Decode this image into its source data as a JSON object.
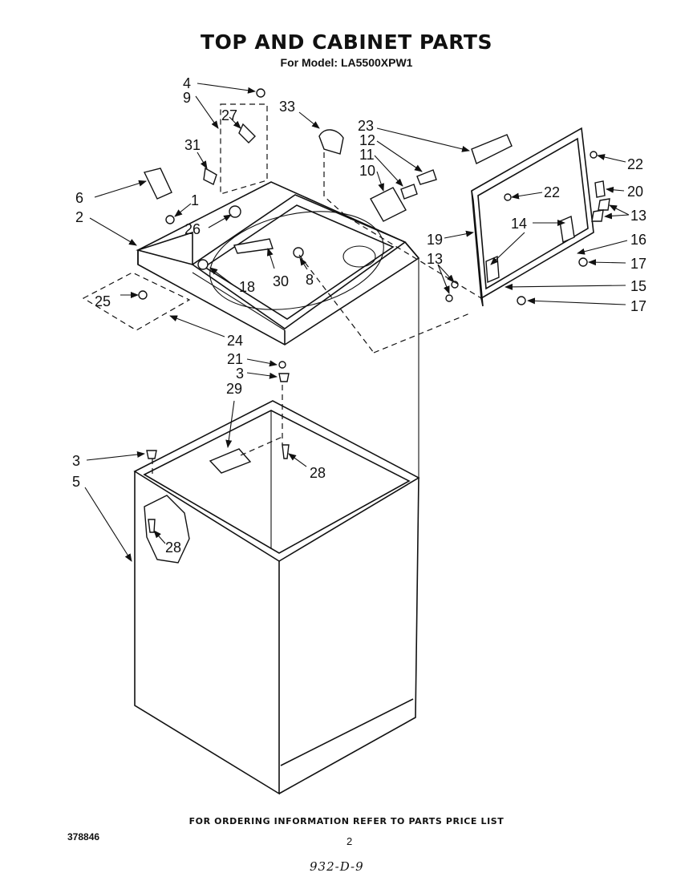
{
  "title": "TOP AND CABINET PARTS",
  "subtitle": "For Model: LA5500XPW1",
  "footer": "FOR ORDERING INFORMATION REFER TO PARTS PRICE LIST",
  "doc_number": "378846",
  "page_number": "2",
  "handwritten_note": "932-D-9",
  "callouts": [
    {
      "id": "c4",
      "text": "4"
    },
    {
      "id": "c9",
      "text": "9"
    },
    {
      "id": "c27",
      "text": "27"
    },
    {
      "id": "c33",
      "text": "33"
    },
    {
      "id": "c23",
      "text": "23"
    },
    {
      "id": "c12",
      "text": "12"
    },
    {
      "id": "c11",
      "text": "11"
    },
    {
      "id": "c10",
      "text": "10"
    },
    {
      "id": "c31",
      "text": "31"
    },
    {
      "id": "c6",
      "text": "6"
    },
    {
      "id": "c1",
      "text": "1"
    },
    {
      "id": "c2",
      "text": "2"
    },
    {
      "id": "c26",
      "text": "26"
    },
    {
      "id": "c22a",
      "text": "22"
    },
    {
      "id": "c22b",
      "text": "22"
    },
    {
      "id": "c20",
      "text": "20"
    },
    {
      "id": "c14",
      "text": "14"
    },
    {
      "id": "c13a",
      "text": "13"
    },
    {
      "id": "c19",
      "text": "19"
    },
    {
      "id": "c16",
      "text": "16"
    },
    {
      "id": "c13b",
      "text": "13"
    },
    {
      "id": "c17a",
      "text": "17"
    },
    {
      "id": "c15",
      "text": "15"
    },
    {
      "id": "c17b",
      "text": "17"
    },
    {
      "id": "c25",
      "text": "25"
    },
    {
      "id": "c18",
      "text": "18"
    },
    {
      "id": "c30",
      "text": "30"
    },
    {
      "id": "c8",
      "text": "8"
    },
    {
      "id": "c24",
      "text": "24"
    },
    {
      "id": "c21",
      "text": "21"
    },
    {
      "id": "c3a",
      "text": "3"
    },
    {
      "id": "c29",
      "text": "29"
    },
    {
      "id": "c28a",
      "text": "28"
    },
    {
      "id": "c3b",
      "text": "3"
    },
    {
      "id": "c5",
      "text": "5"
    },
    {
      "id": "c28b",
      "text": "28"
    }
  ]
}
